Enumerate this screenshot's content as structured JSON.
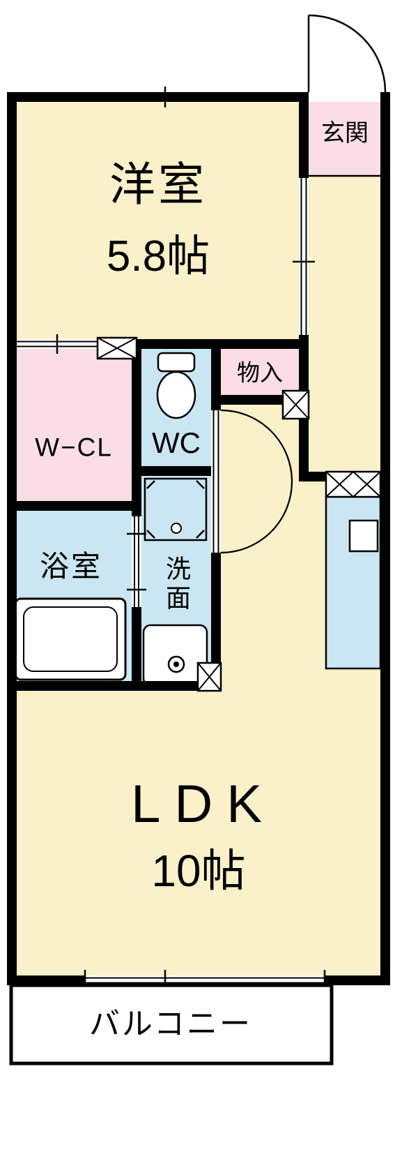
{
  "plan": {
    "rooms": {
      "genkan": {
        "label": "玄関"
      },
      "western_room": {
        "label": "洋室",
        "size": "5.8帖"
      },
      "storage": {
        "label": "物入"
      },
      "walk_in_closet": {
        "label": "W−CL"
      },
      "toilet": {
        "label": "WC"
      },
      "bathroom": {
        "label": "浴室"
      },
      "washroom": {
        "label": "洗面"
      },
      "ldk": {
        "label": "LDK",
        "size": "10帖"
      },
      "balcony": {
        "label": "バルコニー"
      }
    },
    "colors": {
      "floor_cream": "#FAF0C9",
      "floor_pink": "#FADDE7",
      "floor_blue": "#CAE6F2",
      "wall": "#000000",
      "background": "#FFFFFF"
    }
  }
}
